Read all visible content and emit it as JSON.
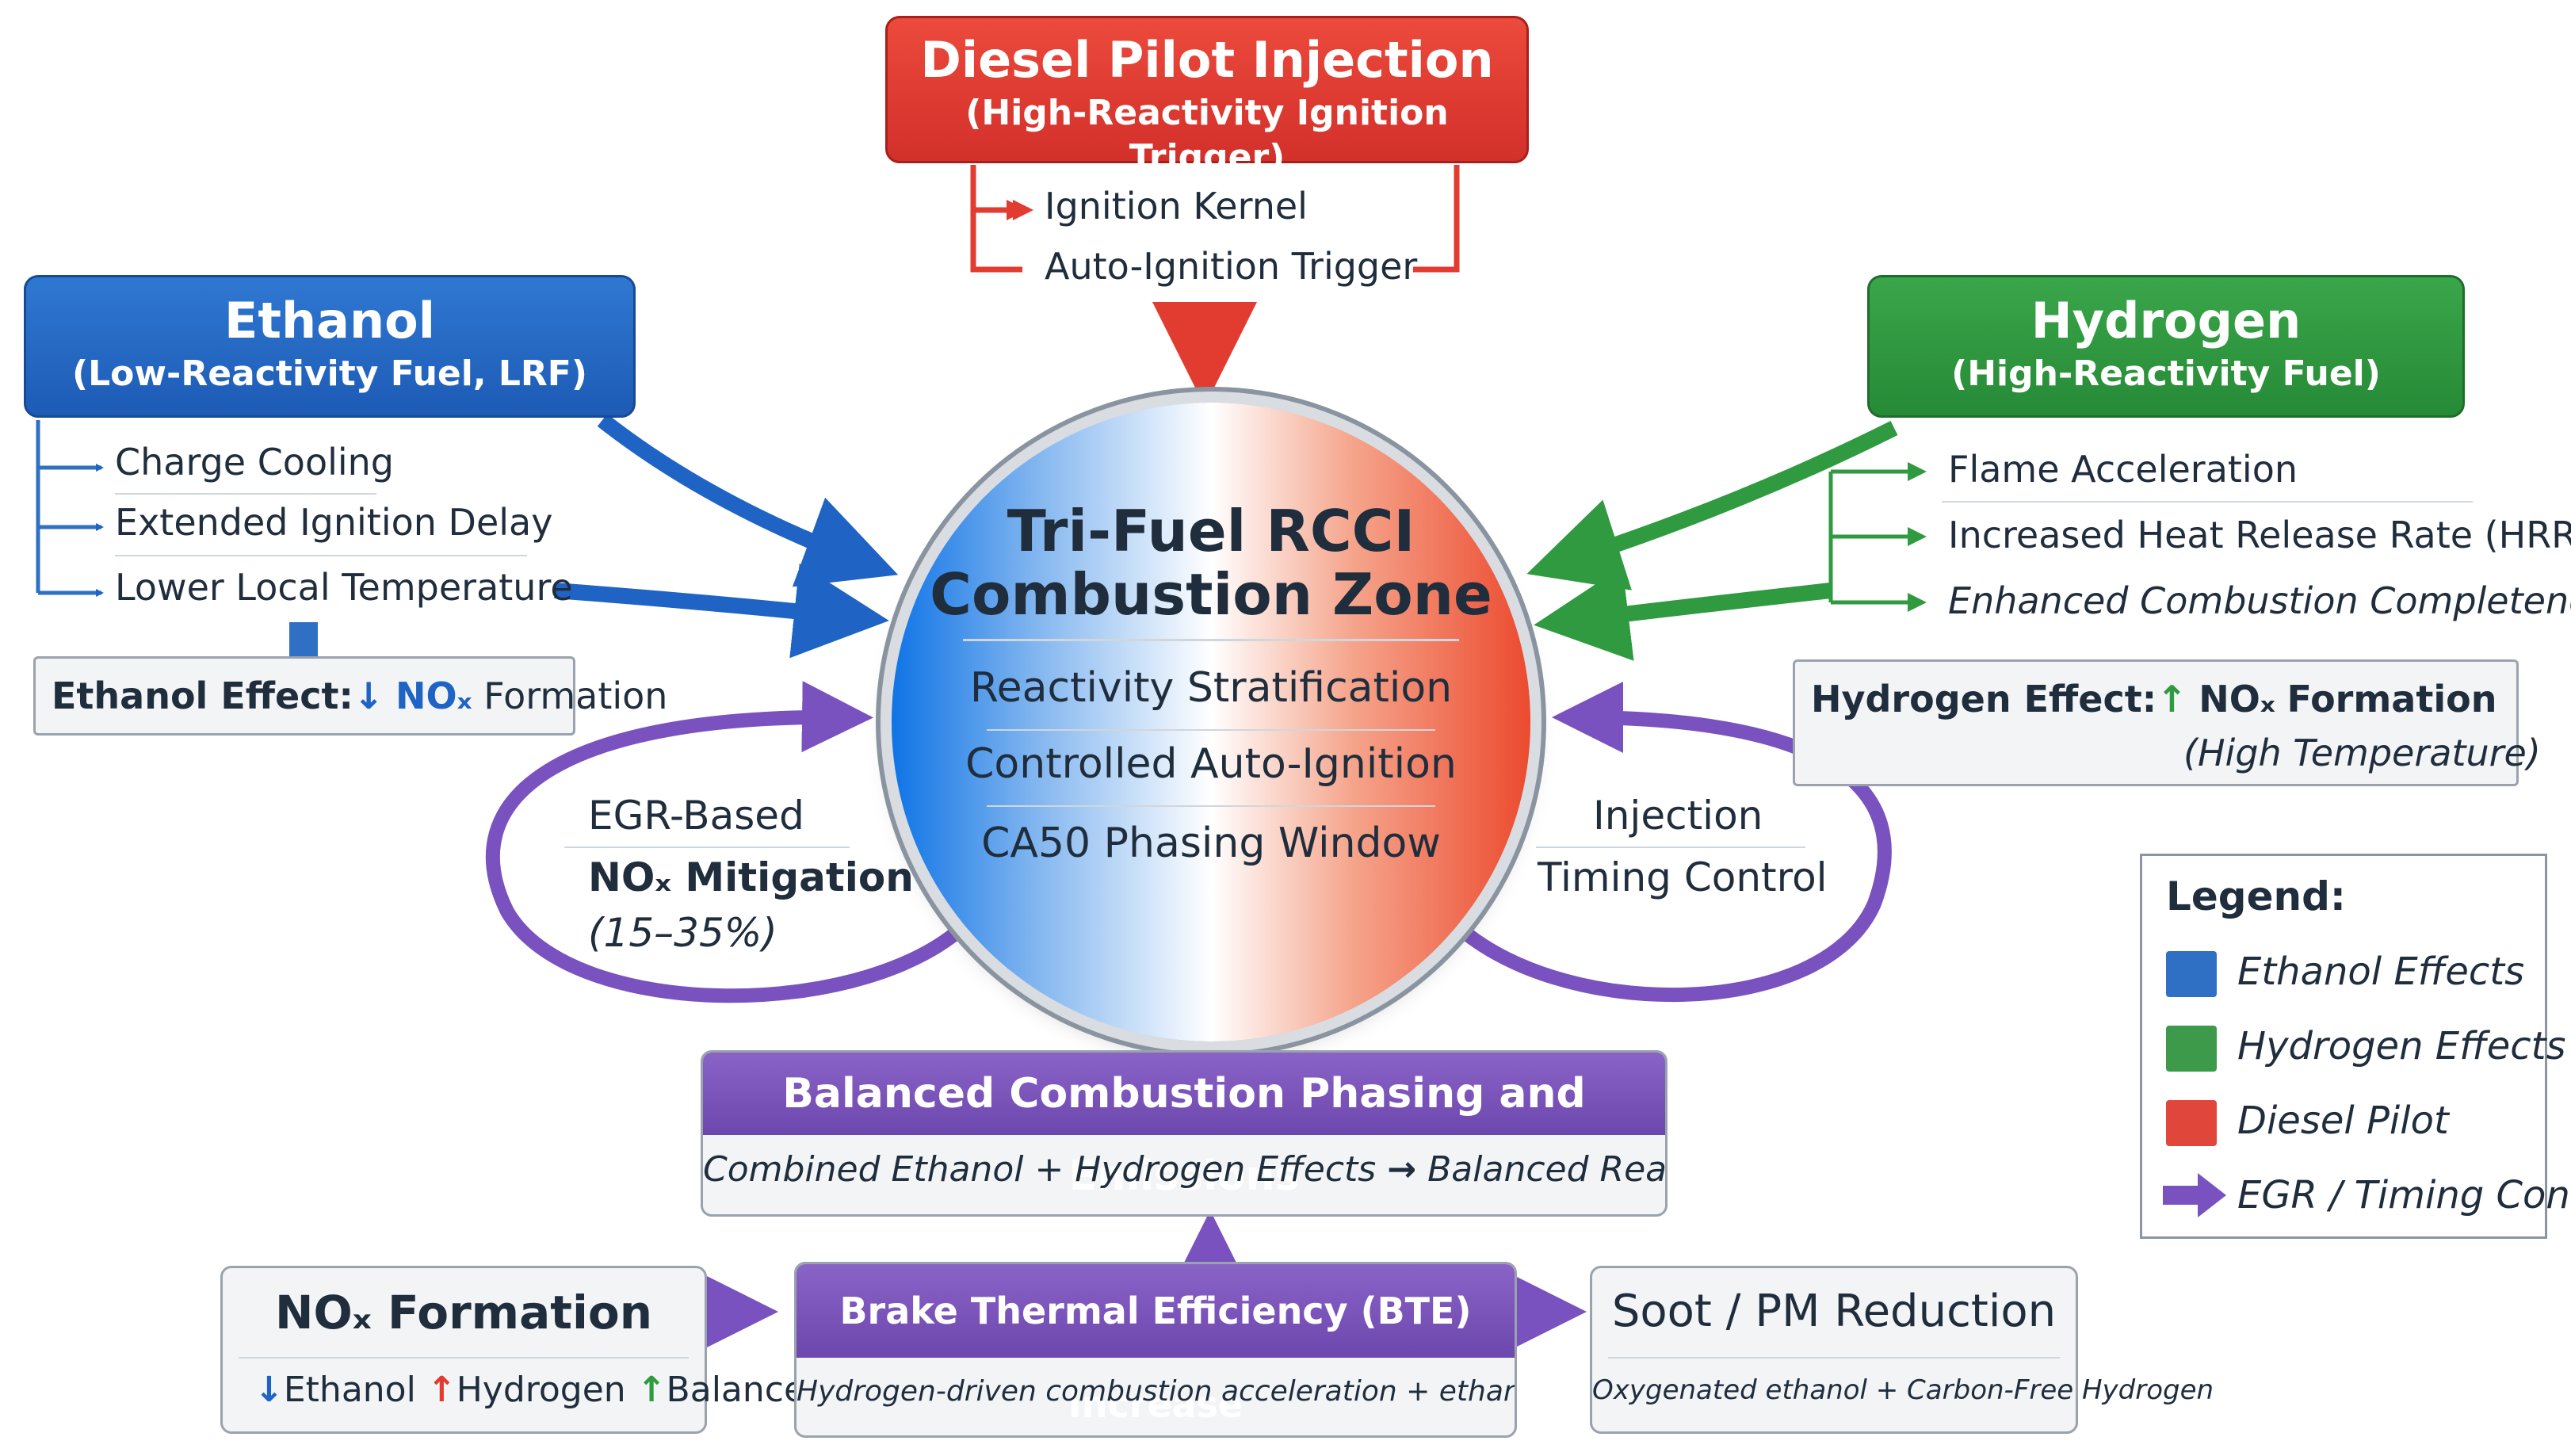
{
  "diesel": {
    "title": "Diesel Pilot Injection",
    "subtitle": "(High-Reactivity Ignition Trigger)",
    "items": [
      "Ignition Kernel",
      "Auto-Ignition Trigger"
    ]
  },
  "ethanol": {
    "title": "Ethanol",
    "subtitle": "(Low-Reactivity Fuel, LRF)",
    "items": [
      "Charge Cooling",
      "Extended Ignition Delay",
      "Lower Local Temperature"
    ],
    "effect_label": "Ethanol Effect:",
    "effect_arrow": "↓",
    "effect_no": "NOₓ",
    "effect_text": "Formation"
  },
  "hydrogen": {
    "title": "Hydrogen",
    "subtitle": "(High-Reactivity Fuel)",
    "items": [
      "Flame Acceleration",
      "Increased Heat Release Rate (HRR)",
      "Enhanced Combustion Completeness"
    ],
    "effect_label": "Hydrogen Effect:",
    "effect_arrow": "↑",
    "effect_no": "NOₓ",
    "effect_text": "Formation",
    "effect_note": "(High Temperature)"
  },
  "core": {
    "title_line1": "Tri-Fuel RCCI",
    "title_line2": "Combustion Zone",
    "lines": [
      "Reactivity Stratification",
      "Controlled Auto-Ignition",
      "CA50 Phasing Window"
    ]
  },
  "egr": {
    "line1": "EGR-Based",
    "line2": "NOₓ Mitigation",
    "line3": "(15–35%)"
  },
  "timing": {
    "line1": "Injection",
    "line2": "Timing Control"
  },
  "balanced": {
    "title": "Balanced Combustion Phasing and Emissions",
    "sub_a": "Combined Ethanol + Hydrogen Effects",
    "sub_arrow": "→",
    "sub_b": "Balanced Reactivity Field"
  },
  "nox": {
    "title": "NOₓ Formation",
    "items": [
      {
        "arrow": "↓",
        "label": "Ethanol"
      },
      {
        "arrow": "↑",
        "label": "Hydrogen"
      },
      {
        "arrow": "↑",
        "label": "Balanced"
      }
    ]
  },
  "bte": {
    "title": "Brake Thermal Efficiency (BTE) Increase",
    "note": "Hydrogen-driven combustion acceleration + ethanol premixing"
  },
  "soot": {
    "title": "Soot / PM Reduction",
    "note": "Oxygenated ethanol + Carbon-Free Hydrogen"
  },
  "legend": {
    "title": "Legend:",
    "items": [
      {
        "label": "Ethanol Effects",
        "color": "#2f6fc4"
      },
      {
        "label": "Hydrogen Effects",
        "color": "#3c9a4a"
      },
      {
        "label": "Diesel Pilot",
        "color": "#e0463a"
      },
      {
        "label": "EGR / Timing Control",
        "color": "#7a52bf"
      }
    ]
  },
  "colors": {
    "ethanol": "#1f63c4",
    "hydrogen": "#2f9a3f",
    "diesel": "#e23b30",
    "egr": "#7a52bf"
  }
}
